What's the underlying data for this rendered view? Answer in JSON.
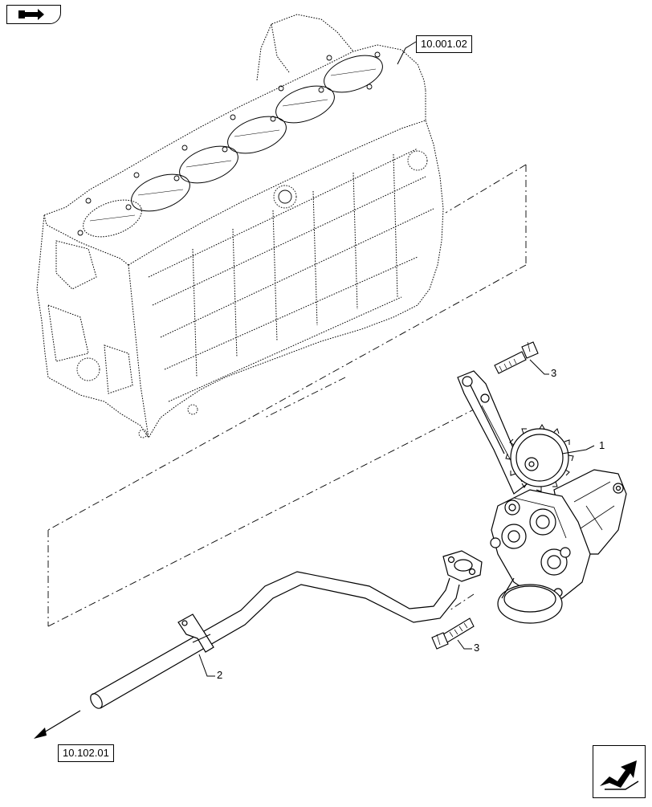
{
  "references": {
    "top_ref": "10.001.02",
    "bottom_ref": "10.102.01"
  },
  "callouts": {
    "part_1": "1",
    "part_2": "2",
    "part_3_upper": "3",
    "part_3_lower": "3"
  },
  "icons": {
    "top_left": "back-navigation-icon",
    "bottom_right": "forward-navigation-icon"
  },
  "colors": {
    "line": "#000000",
    "background": "#ffffff"
  }
}
